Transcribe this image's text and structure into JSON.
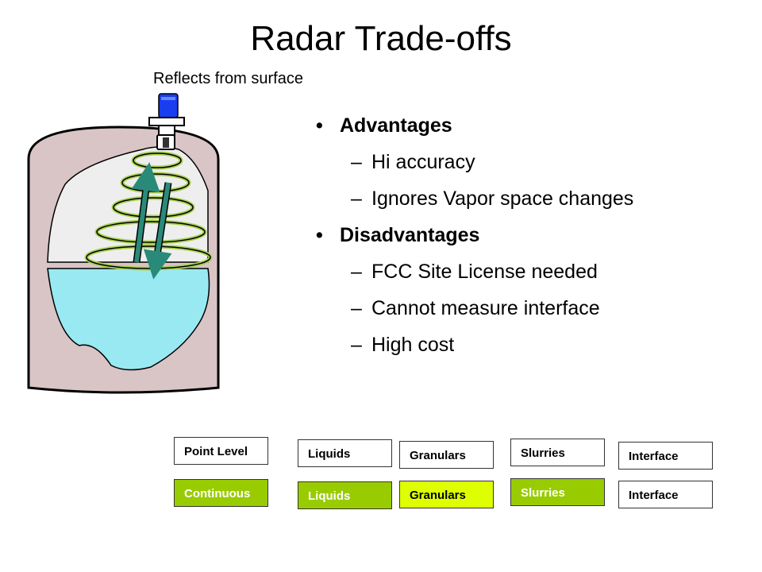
{
  "slide": {
    "title": "Radar Trade-offs",
    "caption": "Reflects from surface"
  },
  "bullets": [
    {
      "label": "Advantages",
      "items": [
        "Hi accuracy",
        "Ignores Vapor space changes"
      ]
    },
    {
      "label": "Disadvantages",
      "items": [
        "FCC Site License needed",
        "Cannot measure interface",
        "High cost"
      ]
    }
  ],
  "bullet_glyph": "•",
  "dash_glyph": "–",
  "category_boxes": {
    "top_row": [
      "Point Level",
      "Liquids",
      "Granulars",
      "Slurries",
      "Interface"
    ],
    "bottom_row": [
      "Continuous",
      "Liquids",
      "Granulars",
      "Slurries",
      "Interface"
    ]
  },
  "colors": {
    "tank_body": "#d9c4c6",
    "vapor_space": "#eeeeee",
    "liquid": "#99e9f2",
    "radar_wave": "#a8d050",
    "arrow": "#2a8a7a",
    "sensor": "#1a3df0",
    "box_green": "#99cc00",
    "box_yellow": "#ddff00"
  }
}
